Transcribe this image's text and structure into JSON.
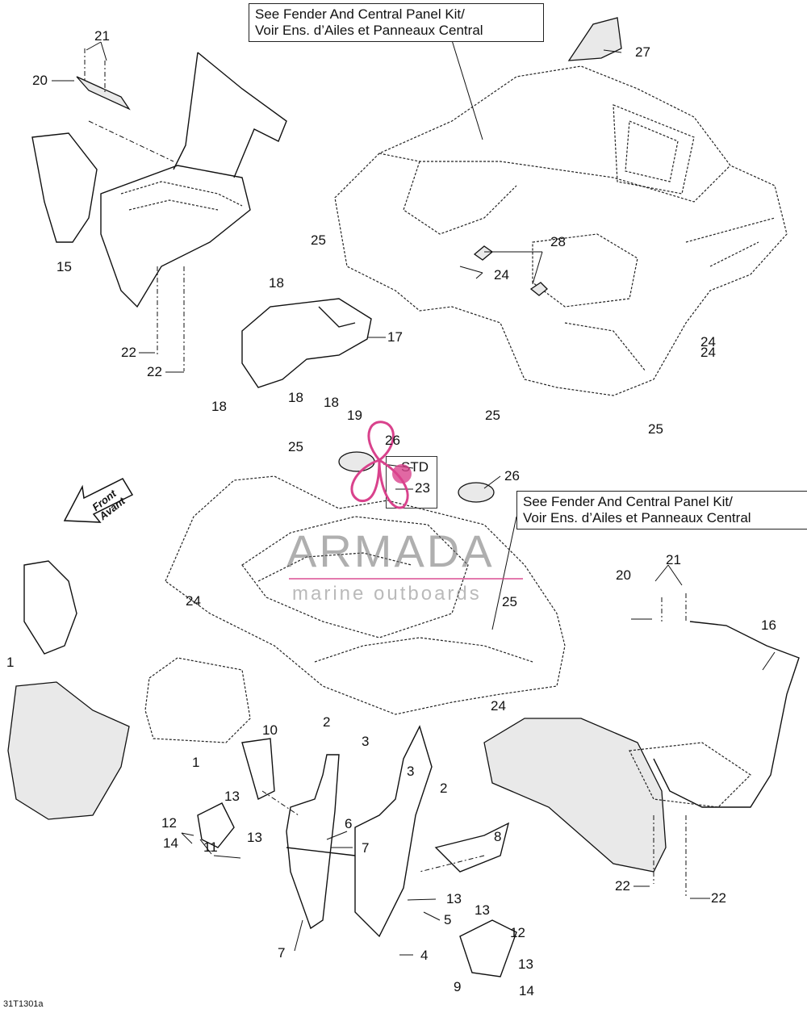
{
  "diagram": {
    "notes": [
      {
        "line1": "See Fender And Central Panel Kit/",
        "line2": "Voir Ens. d’Ailes et Panneaux Central"
      },
      {
        "line1": "See Fender And Central Panel Kit/",
        "line2": "Voir Ens. d’Ailes et Panneaux Central"
      }
    ],
    "std_label": "STD",
    "front_arrow": {
      "line1": "Front",
      "line2": "Avant"
    },
    "watermark": {
      "brand": "ARMADA",
      "tagline": "marine outboards",
      "logo_color": "#d9428c"
    },
    "drawing_code": "31T1301a",
    "callouts": [
      "21",
      "20",
      "15",
      "22",
      "22",
      "18",
      "17",
      "18",
      "18",
      "18",
      "19",
      "25",
      "24",
      "28",
      "24",
      "25",
      "25",
      "24",
      "27",
      "26",
      "23",
      "26",
      "25",
      "24",
      "1",
      "1",
      "25",
      "21",
      "20",
      "16",
      "24",
      "10",
      "2",
      "3",
      "6",
      "3",
      "2",
      "12",
      "13",
      "13",
      "14",
      "11",
      "7",
      "7",
      "4",
      "5",
      "8",
      "13",
      "13",
      "12",
      "13",
      "9",
      "14",
      "22",
      "22"
    ]
  }
}
